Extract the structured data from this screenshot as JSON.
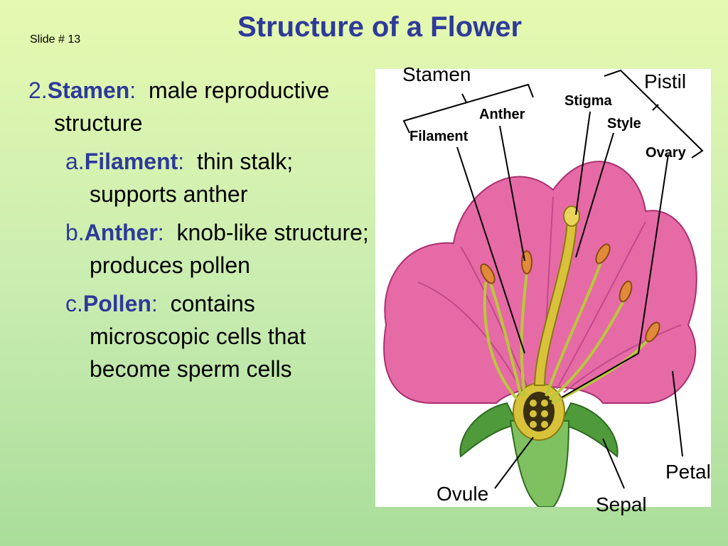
{
  "slide_number": "Slide # 13",
  "title": "Structure of a Flower",
  "content": {
    "main": {
      "num": "2.",
      "term": "Stamen",
      "sep": ":",
      "text": "  male reproductive structure"
    },
    "subs": [
      {
        "num": "a.",
        "term": "Filament",
        "sep": ":",
        "text": "  thin stalk; supports anther"
      },
      {
        "num": "b.",
        "term": "Anther",
        "sep": ":",
        "text": "  knob-like structure; produces pollen"
      },
      {
        "num": "c.",
        "term": "Pollen",
        "sep": ":",
        "text": "  contains microscopic cells that become sperm cells"
      }
    ]
  },
  "diagram_labels": {
    "stamen": "Stamen",
    "pistil": "Pistil",
    "stigma": "Stigma",
    "anther": "Anther",
    "style": "Style",
    "filament": "Filament",
    "ovary": "Ovary",
    "petal": "Petal",
    "ovule": "Ovule",
    "sepal": "Sepal"
  },
  "colors": {
    "title": "#2e3a9a",
    "petal": "#e66aa6",
    "sepal": "#4f9a3a",
    "pistil": "#d8c23a",
    "anther": "#e08a3a"
  }
}
